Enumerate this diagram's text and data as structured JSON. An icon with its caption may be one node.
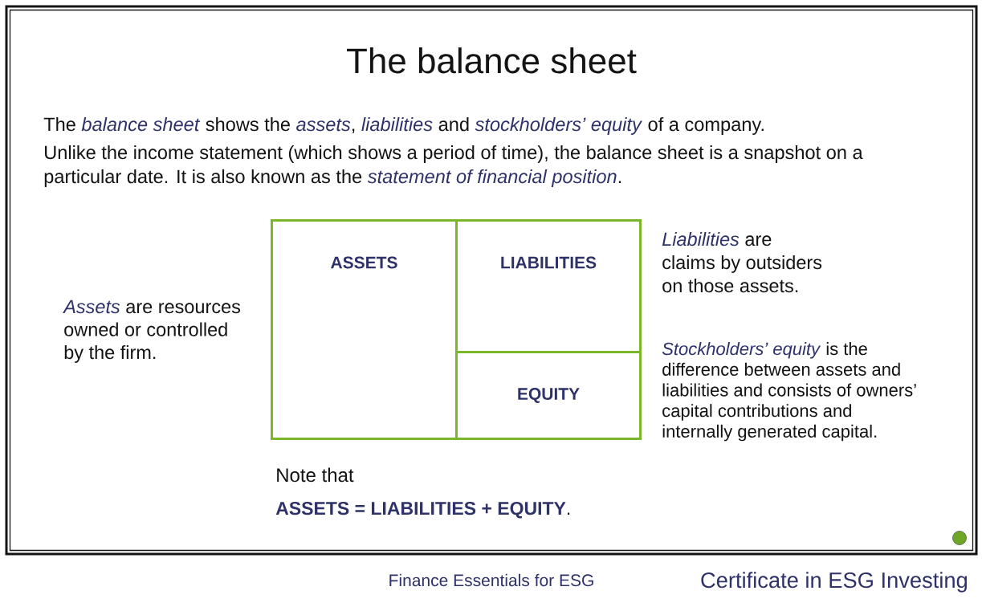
{
  "diagram": {
    "title": "The balance sheet",
    "nodes": [
      {
        "text": [
          "ASSETS"
        ],
        "beside": [
          "*Assets* are resources owned or controlled by the firm."
        ]
      },
      {
        "text": [
          "LIABILITIES"
        ],
        "beside": [
          "*Liabilities* are claims by outsiders on those assets."
        ]
      },
      {
        "text": [
          "EQUITY"
        ],
        "beside": [
          "*Stockholders’ equity* is the difference between assets and liabilities and consists of owners’ capital contributions and internally generated capital."
        ]
      }
    ],
    "labels": [
      "The *balance sheet* shows the *assets*, *liabilities* and *stockholders’ equity* of a company.",
      "Unlike the income statement (which shows a period of time), the balance sheet is a snapshot on a particular date. It is also known as the *statement of financial position*.",
      "Note that",
      "**ASSETS = LIABILITIES + EQUITY**.",
      "Finance Essentials for ESG",
      "Certificate in ESG Investing"
    ]
  }
}
